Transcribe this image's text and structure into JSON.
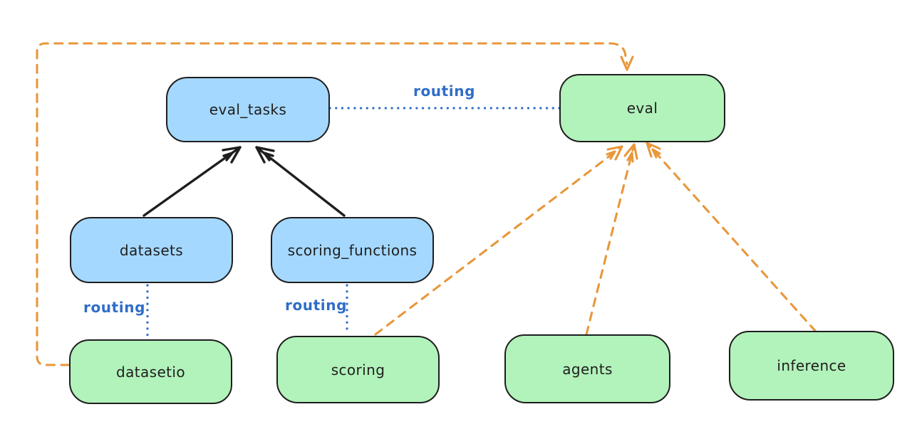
{
  "nodes": {
    "eval_tasks": {
      "label": "eval_tasks",
      "fill": "#a5d8ff"
    },
    "eval": {
      "label": "eval",
      "fill": "#b2f2bb"
    },
    "datasets": {
      "label": "datasets",
      "fill": "#a5d8ff"
    },
    "scoring_functions": {
      "label": "scoring_functions",
      "fill": "#a5d8ff"
    },
    "datasetio": {
      "label": "datasetio",
      "fill": "#b2f2bb"
    },
    "scoring": {
      "label": "scoring",
      "fill": "#b2f2bb"
    },
    "agents": {
      "label": "agents",
      "fill": "#b2f2bb"
    },
    "inference": {
      "label": "inference",
      "fill": "#b2f2bb"
    }
  },
  "edge_labels": {
    "routing_top": "routing",
    "routing_datasets": "routing",
    "routing_scoring": "routing"
  },
  "colors": {
    "background": "#ffffff",
    "node_stroke": "#1e1e1e",
    "blue_node_fill": "#a5d8ff",
    "green_node_fill": "#b2f2bb",
    "routing_blue": "#2f6ec7",
    "dashed_orange": "#e8973b",
    "solid_arrow_black": "#1e1e1e"
  }
}
